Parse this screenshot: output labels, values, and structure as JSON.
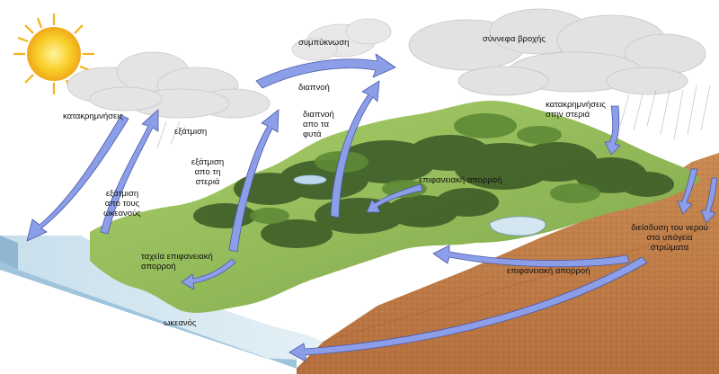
{
  "colors": {
    "arrow_fill": "#8d9ee8",
    "arrow_stroke": "#4a5aa8",
    "sky_water": "#cfe3ef",
    "ocean_side": "#9fc4dc",
    "soil": "#c8864e",
    "soil_dark": "#a9663a",
    "grass": "#9cc25a",
    "forest": "#3f5e2a",
    "sun": "#f6c21c",
    "cloud": "#e6e6e6"
  },
  "labels": {
    "condensation": "συμπύκνωση",
    "rain_clouds": "σύννεφα βροχής",
    "transpiration": "διαπνοή",
    "plant_transpiration": "διαπνοή\nαπο τα\nφυτά",
    "precipitation": "κατακρημνήσεις",
    "evaporation": "εξάτμιση",
    "precipitation_land": "κατακρημνήσεις\nστην στεριά",
    "evaporation_land": "εξάτμιση\nαπο τη\nστεριά",
    "surface_runoff_upper": "επιφανειακή απορροή",
    "evaporation_oceans": "εξάτμιση\nαπο τους\nωκεανούς",
    "groundwater_infiltration": "διείσδυση του νερού\nστα υπόγεια\nστρώματα",
    "fast_surface_runoff": "ταχεία επιφανειακή\nαπορροή",
    "surface_runoff_lower": "επιφανειακή απορροή",
    "ocean": "ωκεανός"
  }
}
